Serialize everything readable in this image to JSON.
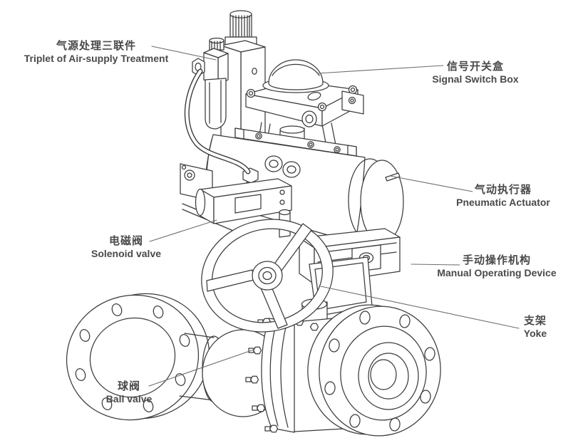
{
  "figure": {
    "kind": "technical line diagram",
    "colors": {
      "background": "#ffffff",
      "line": "#3b3b3b",
      "leader_line": "#6e6e6e",
      "label_text": "#4a4a4a"
    },
    "labels": [
      {
        "id": "air_treatment",
        "zh": "气源处理三联件",
        "en": "Triplet of Air-supply Treatment"
      },
      {
        "id": "signal_switch_box",
        "zh": "信号开关盒",
        "en": "Signal Switch Box"
      },
      {
        "id": "pneumatic_actuator",
        "zh": "气动执行器",
        "en": "Pneumatic Actuator"
      },
      {
        "id": "solenoid_valve",
        "zh": "电磁阀",
        "en": "Solenoid valve"
      },
      {
        "id": "manual_device",
        "zh": "手动操作机构",
        "en": "Manual Operating Device"
      },
      {
        "id": "yoke",
        "zh": "支架",
        "en": "Yoke"
      },
      {
        "id": "ball_valve",
        "zh": "球阀",
        "en": "Ball valve"
      }
    ]
  }
}
